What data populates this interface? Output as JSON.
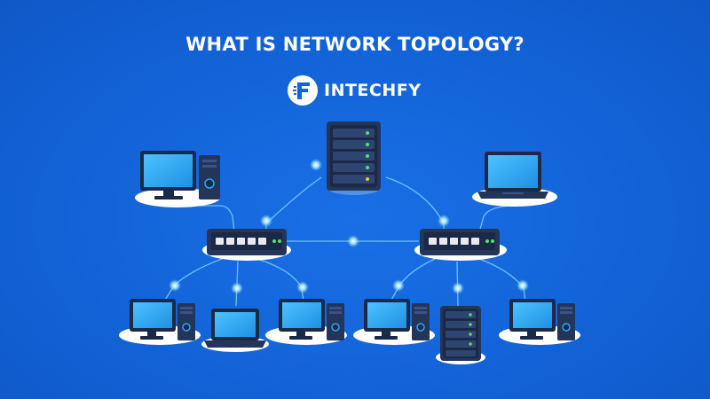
{
  "title": "WHAT IS NETWORK TOPOLOGY?",
  "brand": {
    "name": "INTECHFY",
    "icon": "intechfy-logo-icon"
  },
  "colors": {
    "background": "#1264d8",
    "link_line": "#7fd0ff",
    "glow_node": "#bff0ff",
    "device_dark": "#1b2a48",
    "screen": "#29a8f5",
    "led_green": "#4fe36a",
    "led_yellow": "#f2c233"
  },
  "devices": [
    {
      "id": "server-top",
      "kind": "server",
      "icon": "server-icon"
    },
    {
      "id": "desktop-top-left",
      "kind": "desktop",
      "icon": "desktop-computer-icon"
    },
    {
      "id": "laptop-top-right",
      "kind": "laptop",
      "icon": "laptop-icon"
    },
    {
      "id": "switch-left",
      "kind": "switch",
      "icon": "network-switch-icon"
    },
    {
      "id": "switch-right",
      "kind": "switch",
      "icon": "network-switch-icon"
    },
    {
      "id": "desktop-bottom-1",
      "kind": "desktop",
      "icon": "desktop-computer-icon"
    },
    {
      "id": "laptop-bottom-2",
      "kind": "laptop",
      "icon": "laptop-icon"
    },
    {
      "id": "desktop-bottom-3",
      "kind": "desktop",
      "icon": "desktop-computer-icon"
    },
    {
      "id": "desktop-bottom-4",
      "kind": "desktop",
      "icon": "desktop-computer-icon"
    },
    {
      "id": "server-bottom-5",
      "kind": "server",
      "icon": "server-icon"
    },
    {
      "id": "desktop-bottom-6",
      "kind": "desktop",
      "icon": "desktop-computer-icon"
    }
  ]
}
